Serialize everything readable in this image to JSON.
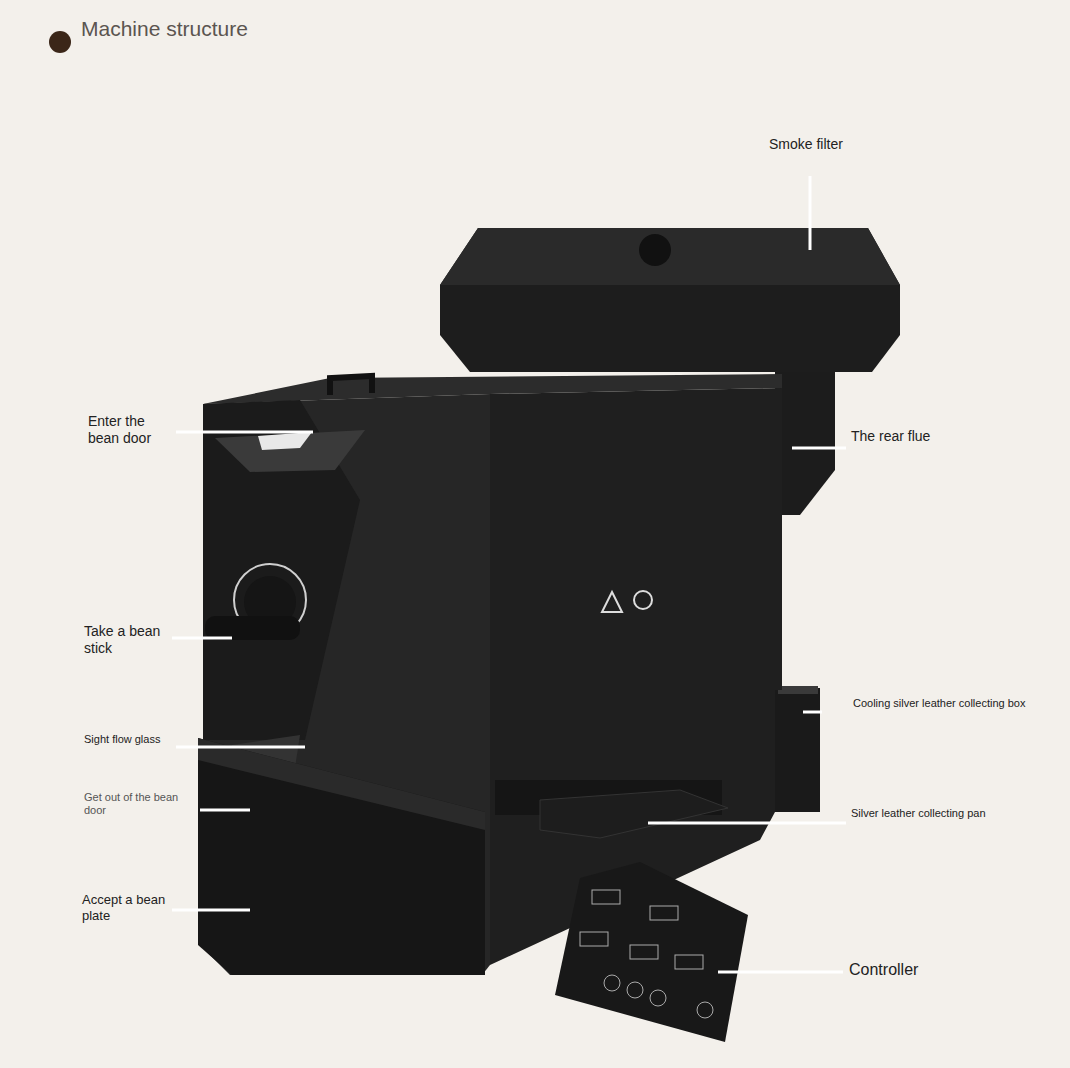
{
  "diagram": {
    "title": "Machine structure",
    "labels": [
      "Smoke filter",
      "Enter the bean door",
      "The rear flue",
      "Take a bean stick",
      "Cooling silver leather collecting box",
      "Sight flow glass",
      "Get out of the bean door",
      "Silver leather collecting pan",
      "Accept a bean plate",
      "Controller"
    ]
  }
}
